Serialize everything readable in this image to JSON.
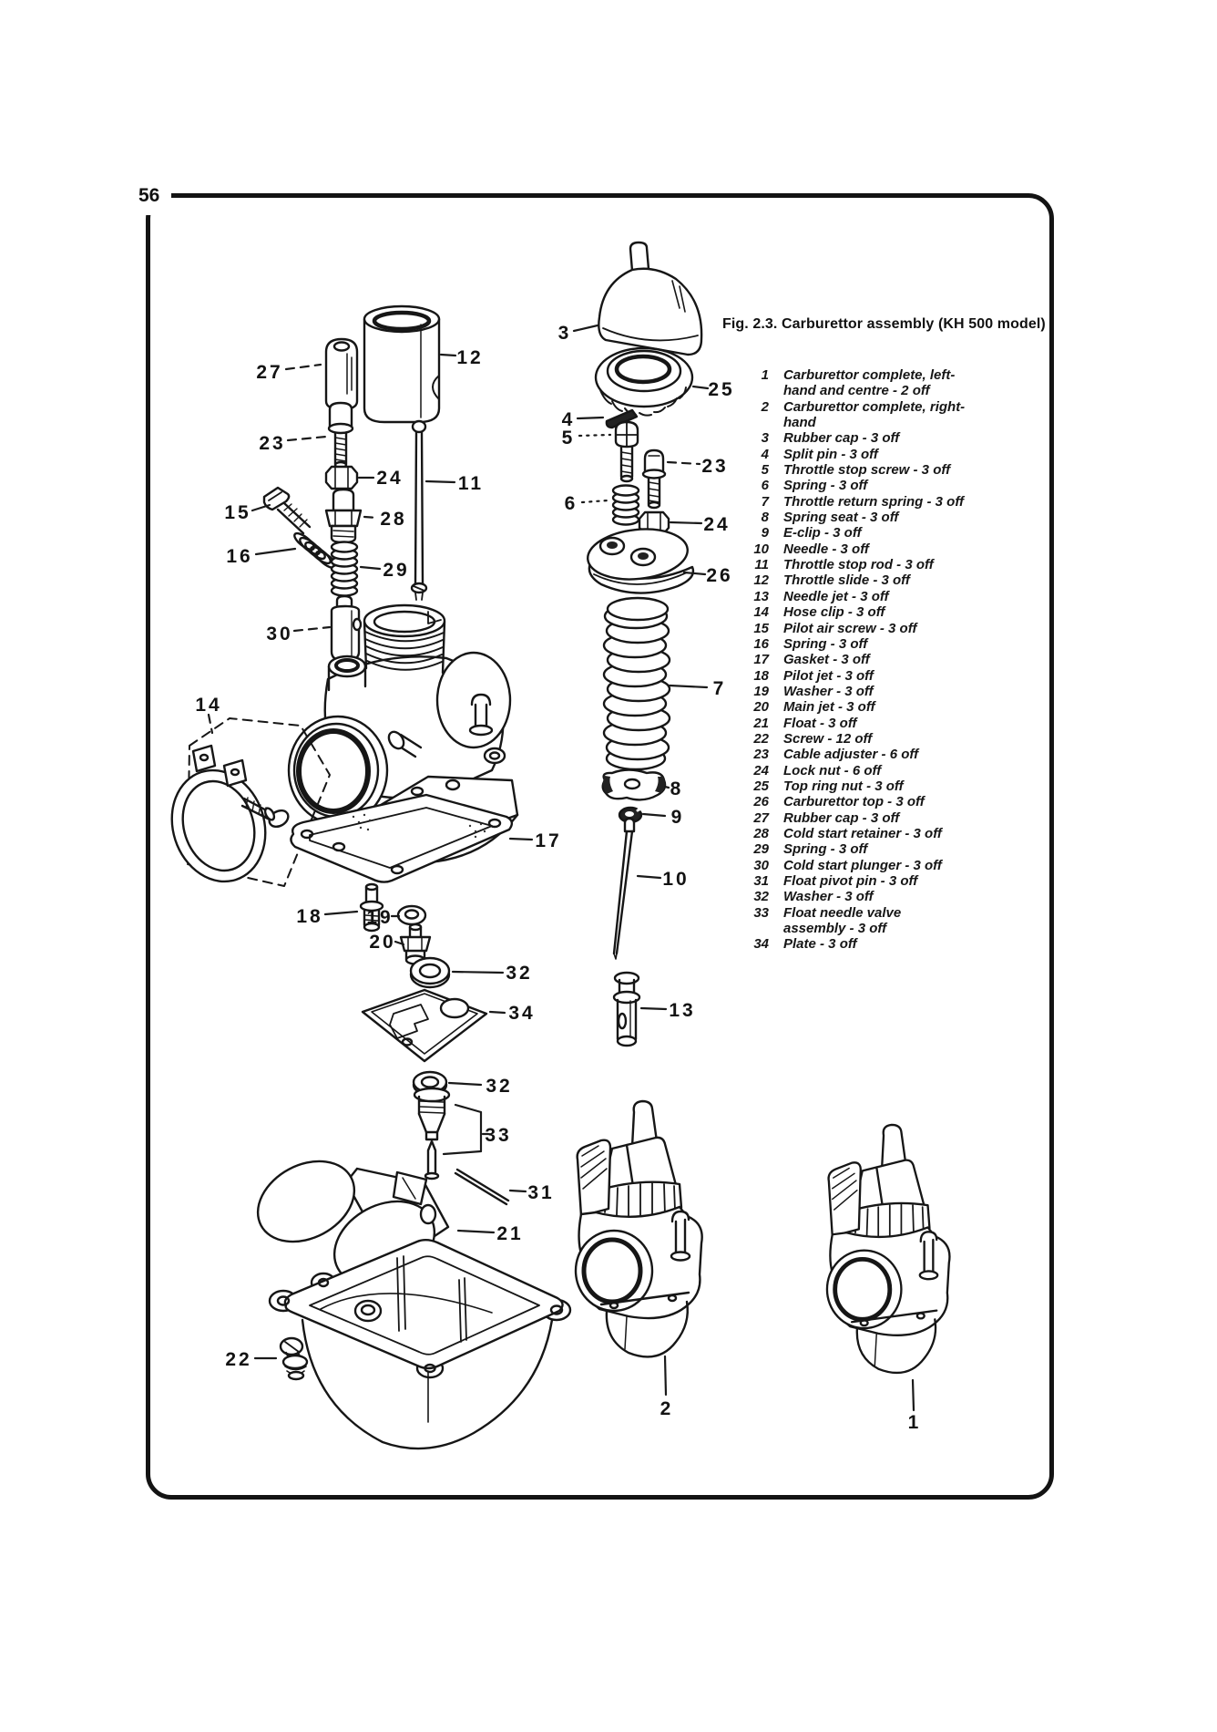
{
  "page": {
    "number": "56"
  },
  "figure": {
    "title": "Fig. 2.3. Carburettor assembly (KH 500 model)",
    "parts_list": [
      {
        "no": "1",
        "desc": "Carburettor complete, left-\nhand and centre - 2 off"
      },
      {
        "no": "2",
        "desc": "Carburettor complete, right-\nhand"
      },
      {
        "no": "3",
        "desc": "Rubber cap - 3 off"
      },
      {
        "no": "4",
        "desc": "Split pin - 3 off"
      },
      {
        "no": "5",
        "desc": "Throttle stop screw - 3 off"
      },
      {
        "no": "6",
        "desc": "Spring - 3 off"
      },
      {
        "no": "7",
        "desc": "Throttle return spring - 3 off"
      },
      {
        "no": "8",
        "desc": "Spring seat - 3 off"
      },
      {
        "no": "9",
        "desc": "E-clip - 3 off"
      },
      {
        "no": "10",
        "desc": "Needle - 3 off"
      },
      {
        "no": "11",
        "desc": "Throttle stop rod - 3 off"
      },
      {
        "no": "12",
        "desc": "Throttle slide - 3 off"
      },
      {
        "no": "13",
        "desc": "Needle jet - 3 off"
      },
      {
        "no": "14",
        "desc": "Hose clip - 3 off"
      },
      {
        "no": "15",
        "desc": "Pilot air screw - 3 off"
      },
      {
        "no": "16",
        "desc": "Spring - 3 off"
      },
      {
        "no": "17",
        "desc": "Gasket - 3 off"
      },
      {
        "no": "18",
        "desc": "Pilot jet - 3 off"
      },
      {
        "no": "19",
        "desc": "Washer - 3 off"
      },
      {
        "no": "20",
        "desc": "Main jet - 3 off"
      },
      {
        "no": "21",
        "desc": "Float - 3 off"
      },
      {
        "no": "22",
        "desc": "Screw - 12 off"
      },
      {
        "no": "23",
        "desc": "Cable adjuster - 6 off"
      },
      {
        "no": "24",
        "desc": "Lock nut - 6 off"
      },
      {
        "no": "25",
        "desc": "Top ring nut - 3 off"
      },
      {
        "no": "26",
        "desc": "Carburettor top - 3 off"
      },
      {
        "no": "27",
        "desc": "Rubber cap - 3 off"
      },
      {
        "no": "28",
        "desc": "Cold start retainer - 3 off"
      },
      {
        "no": "29",
        "desc": "Spring - 3 off"
      },
      {
        "no": "30",
        "desc": "Cold start plunger - 3 off"
      },
      {
        "no": "31",
        "desc": "Float pivot pin - 3 off"
      },
      {
        "no": "32",
        "desc": "Washer - 3 off"
      },
      {
        "no": "33",
        "desc": "Float needle valve\nassembly - 3 off"
      },
      {
        "no": "34",
        "desc": "Plate - 3 off"
      }
    ],
    "callouts": {
      "c27": "27",
      "c12": "12",
      "c23L": "23",
      "c24L": "24",
      "c11": "11",
      "c15": "15",
      "c28": "28",
      "c16": "16",
      "c29": "29",
      "c30": "30",
      "c14": "14",
      "c17": "17",
      "c18": "18",
      "c19": "19",
      "c20": "20",
      "c32a": "32",
      "c34": "34",
      "c32b": "32",
      "c33": "33",
      "c31": "31",
      "c21": "21",
      "c22": "22",
      "c3": "3",
      "c25": "25",
      "c4": "4",
      "c5": "5",
      "c23R": "23",
      "c6": "6",
      "c24R": "24",
      "c26": "26",
      "c7": "7",
      "c8": "8",
      "c9": "9",
      "c10": "10",
      "c13": "13",
      "c2": "2",
      "c1": "1"
    }
  }
}
